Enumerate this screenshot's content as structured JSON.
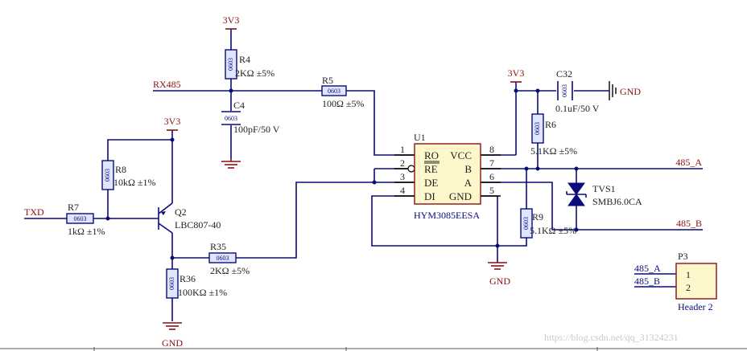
{
  "colors": {
    "wire": "#0b0b7a",
    "power": "#8b0f0f",
    "label": "#8b0f0f",
    "pin": "#000000",
    "body_fill": "#fff7cc",
    "body_stroke": "#8b0f0f",
    "resistor_fill": "#dfe6ff",
    "resistor_stroke": "#0b0b7a",
    "text_blue": "#0b0b7a",
    "text_dark": "#222222",
    "watermark": "#c9c9c9"
  },
  "nets": {
    "rx485": "RX485",
    "txd": "TXD",
    "a485": "485_A",
    "b485": "485_B",
    "p3_a": "485_A",
    "p3_b": "485_B",
    "v3_top": "3V3",
    "v3_left": "3V3",
    "v3_right": "3V3",
    "gnd_q": "GND",
    "gnd_u1": "GND",
    "gnd_c32": "GND"
  },
  "components": {
    "r4": {
      "ref": "R4",
      "pkg": "0603",
      "value": "2KΩ ±5%"
    },
    "c4": {
      "ref": "C4",
      "pkg": "0603",
      "value": "100pF/50 V"
    },
    "r5": {
      "ref": "R5",
      "pkg": "0603",
      "value": "100Ω ±5%"
    },
    "r8": {
      "ref": "R8",
      "pkg": "0603",
      "value": "10kΩ ±1%"
    },
    "r7": {
      "ref": "R7",
      "pkg": "0603",
      "value": "1kΩ ±1%"
    },
    "q2": {
      "ref": "Q2",
      "value": "LBC807-40"
    },
    "r35": {
      "ref": "R35",
      "pkg": "0603",
      "value": "2KΩ ±5%"
    },
    "r36": {
      "ref": "R36",
      "pkg": "0603",
      "value": "100KΩ ±1%"
    },
    "u1": {
      "ref": "U1",
      "value": "HYM3085EESA",
      "pins": [
        {
          "num": "1",
          "name": "RO"
        },
        {
          "num": "2",
          "name": "RE"
        },
        {
          "num": "3",
          "name": "DE"
        },
        {
          "num": "4",
          "name": "DI"
        },
        {
          "num": "8",
          "name": "VCC"
        },
        {
          "num": "7",
          "name": "B"
        },
        {
          "num": "6",
          "name": "A"
        },
        {
          "num": "5",
          "name": "GND"
        }
      ]
    },
    "c32": {
      "ref": "C32",
      "pkg": "0603",
      "value": "0.1uF/50 V"
    },
    "r6": {
      "ref": "R6",
      "pkg": "0603",
      "value": "5.1KΩ ±5%"
    },
    "r9": {
      "ref": "R9",
      "pkg": "0603",
      "value": "5.1KΩ ±5%"
    },
    "tvs1": {
      "ref": "TVS1",
      "value": "SMBJ6.0CA"
    },
    "p3": {
      "ref": "P3",
      "value": "Header 2",
      "pins": [
        "1",
        "2"
      ]
    }
  },
  "watermark": "https://blog.csdn.net/qq_31324231"
}
